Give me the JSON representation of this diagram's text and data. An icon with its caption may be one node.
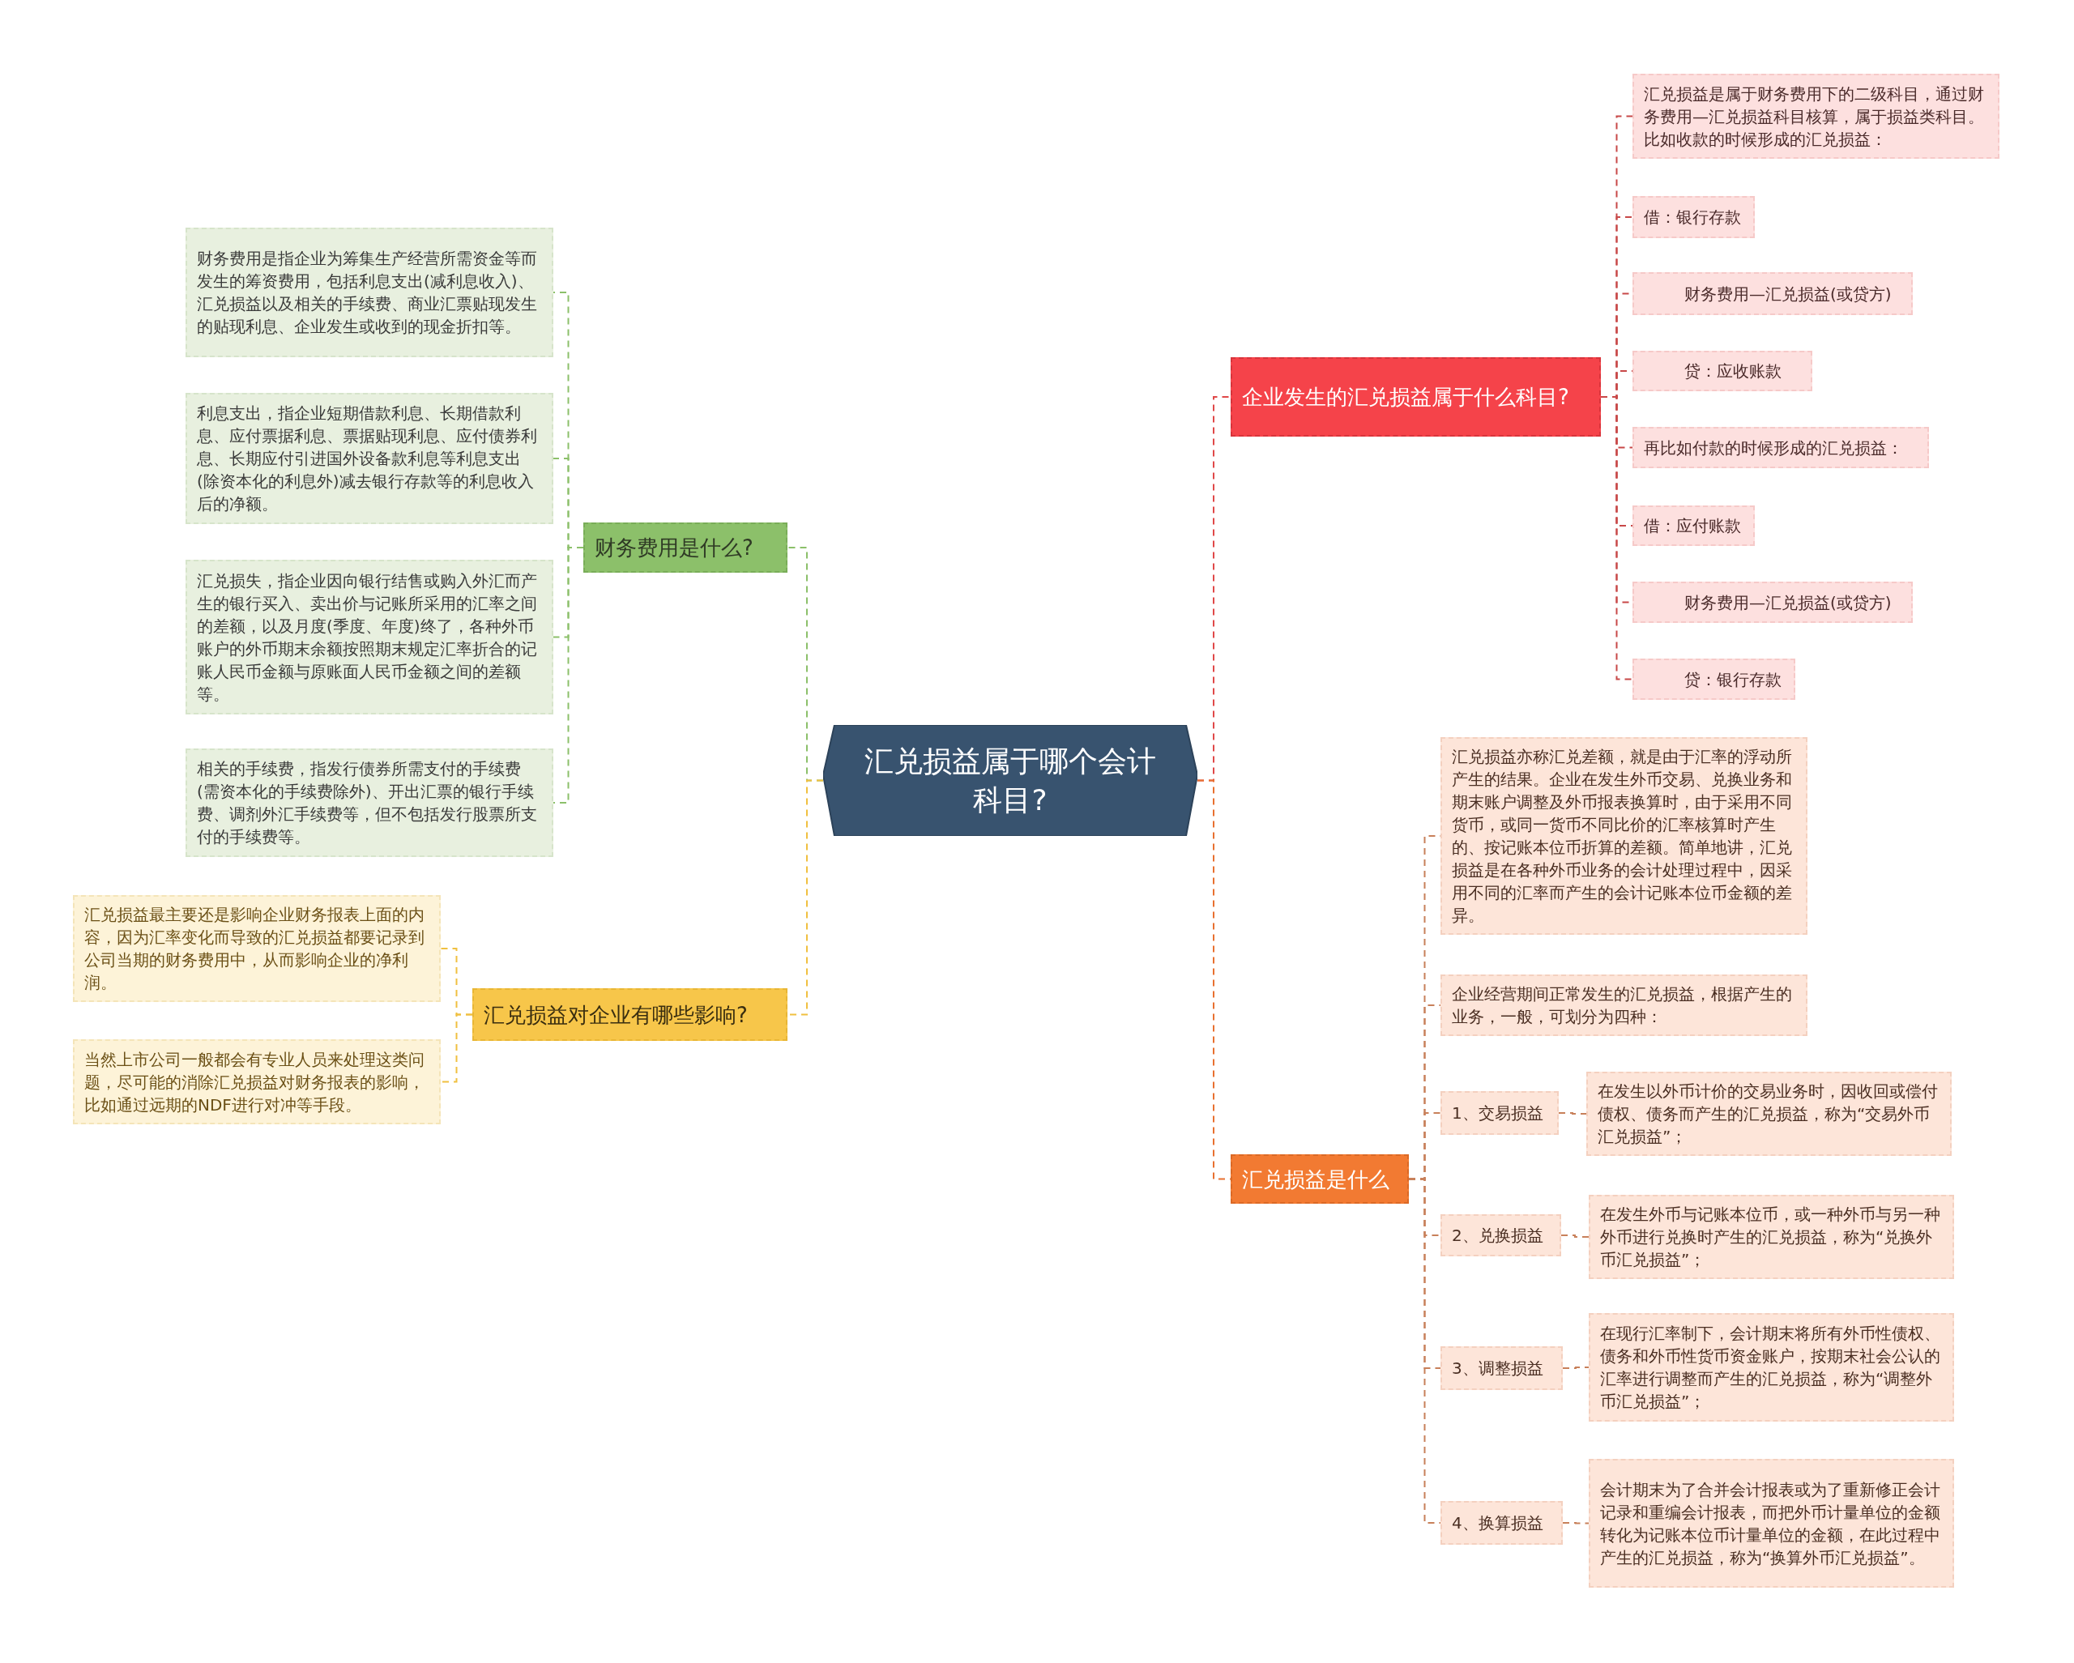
{
  "diagram": {
    "nodes": [
      {
        "text": [
          "汇兑损益属于哪个会计科目?"
        ]
      },
      {
        "text": [
          "财务费用是什么?"
        ]
      },
      {
        "text": [
          "财务费用是指企业为筹集生产经营所需资金等而发生的筹资费用，包括利息支出(减利息收入)、汇兑损益以及相关的手续费、商业汇票贴现发生的贴现利息、企业发生或收到的现金折扣等。"
        ]
      },
      {
        "text": [
          "利息支出，指企业短期借款利息、长期借款利息、应付票据利息、票据贴现利息、应付债券利息、长期应付引进国外设备款利息等利息支出(除资本化的利息外)减去银行存款等的利息收入后的净额。"
        ]
      },
      {
        "text": [
          "汇兑损失，指企业因向银行结售或购入外汇而产生的银行买入、卖出价与记账所采用的汇率之间的差额，以及月度(季度、年度)终了，各种外币账户的外币期末余额按照期末规定汇率折合的记账人民币金额与原账面人民币金额之间的差额等。"
        ]
      },
      {
        "text": [
          "相关的手续费，指发行债券所需支付的手续费(需资本化的手续费除外)、开出汇票的银行手续费、调剂外汇手续费等，但不包括发行股票所支付的手续费等。"
        ]
      },
      {
        "text": [
          "汇兑损益对企业有哪些影响?"
        ]
      },
      {
        "text": [
          "汇兑损益最主要还是影响企业财务报表上面的内容，因为汇率变化而导致的汇兑损益都要记录到公司当期的财务费用中，从而影响企业的净利润。"
        ]
      },
      {
        "text": [
          "当然上市公司一般都会有专业人员来处理这类问题，尽可能的消除汇兑损益对财务报表的影响，比如通过远期的NDF进行对冲等手段。"
        ]
      },
      {
        "text": [
          "企业发生的汇兑损益属于什么科目?"
        ]
      },
      {
        "text": [
          "汇兑损益是属于财务费用下的二级科目，通过财务费用—汇兑损益科目核算，属于损益类科目。比如收款的时候形成的汇兑损益："
        ]
      },
      {
        "text": [
          "借：银行存款"
        ]
      },
      {
        "text": [
          "财务费用—汇兑损益(或贷方)"
        ]
      },
      {
        "text": [
          "贷：应收账款"
        ]
      },
      {
        "text": [
          "再比如付款的时候形成的汇兑损益："
        ]
      },
      {
        "text": [
          "借：应付账款"
        ]
      },
      {
        "text": [
          "财务费用—汇兑损益(或贷方)"
        ]
      },
      {
        "text": [
          "贷：银行存款"
        ]
      },
      {
        "text": [
          "汇兑损益是什么"
        ]
      },
      {
        "text": [
          "汇兑损益亦称汇兑差额，就是由于汇率的浮动所产生的结果。企业在发生外币交易、兑换业务和期末账户调整及外币报表换算时，由于采用不同货币，或同一货币不同比价的汇率核算时产生的、按记账本位币折算的差额。简单地讲，汇兑损益是在各种外币业务的会计处理过程中，因采用不同的汇率而产生的会计记账本位币金额的差异。"
        ]
      },
      {
        "text": [
          "企业经营期间正常发生的汇兑损益，根据产生的业务，一般，可划分为四种："
        ]
      },
      {
        "text": [
          "1、交易损益"
        ]
      },
      {
        "text": [
          "在发生以外币计价的交易业务时，因收回或偿付债权、债务而产生的汇兑损益，称为“交易外币汇兑损益”；"
        ]
      },
      {
        "text": [
          "2、兑换损益"
        ]
      },
      {
        "text": [
          "在发生外币与记账本位币，或一种外币与另一种外币进行兑换时产生的汇兑损益，称为“兑换外币汇兑损益”；"
        ]
      },
      {
        "text": [
          "3、调整损益"
        ]
      },
      {
        "text": [
          "在现行汇率制下，会计期末将所有外币性债权、债务和外币性货币资金账户，按期末社会公认的汇率进行调整而产生的汇兑损益，称为“调整外币汇兑损益”；"
        ]
      },
      {
        "text": [
          "4、换算损益"
        ]
      },
      {
        "text": [
          "会计期末为了合并会计报表或为了重新修正会计记录和重编会计报表，而把外币计量单位的金额转化为记账本位币计量单位的金额，在此过程中产生的汇兑损益，称为“换算外币汇兑损益”。"
        ]
      }
    ],
    "edges": [
      {
        "from": 0,
        "to": 1,
        "arrow": "none",
        "style": "dashed",
        "color": "#8cc06a"
      },
      {
        "from": 1,
        "to": 2,
        "arrow": "none",
        "style": "dashed",
        "color": "#8cc06a"
      },
      {
        "from": 1,
        "to": 3,
        "arrow": "none",
        "style": "dashed",
        "color": "#8cc06a"
      },
      {
        "from": 1,
        "to": 4,
        "arrow": "none",
        "style": "dashed",
        "color": "#8cc06a"
      },
      {
        "from": 1,
        "to": 5,
        "arrow": "none",
        "style": "dashed",
        "color": "#8cc06a"
      },
      {
        "from": 0,
        "to": 6,
        "arrow": "none",
        "style": "dashed",
        "color": "#f0c040"
      },
      {
        "from": 6,
        "to": 7,
        "arrow": "none",
        "style": "dashed",
        "color": "#f0c040"
      },
      {
        "from": 6,
        "to": 8,
        "arrow": "none",
        "style": "dashed",
        "color": "#f0c040"
      },
      {
        "from": 0,
        "to": 9,
        "arrow": "none",
        "style": "dashed",
        "color": "#e04848"
      },
      {
        "from": 9,
        "to": 10,
        "arrow": "none",
        "style": "dashed",
        "color": "#c84848"
      },
      {
        "from": 9,
        "to": 11,
        "arrow": "none",
        "style": "dashed",
        "color": "#c84848"
      },
      {
        "from": 9,
        "to": 12,
        "arrow": "none",
        "style": "dashed",
        "color": "#c84848"
      },
      {
        "from": 9,
        "to": 13,
        "arrow": "none",
        "style": "dashed",
        "color": "#c84848"
      },
      {
        "from": 9,
        "to": 14,
        "arrow": "none",
        "style": "dashed",
        "color": "#c84848"
      },
      {
        "from": 9,
        "to": 15,
        "arrow": "none",
        "style": "dashed",
        "color": "#c84848"
      },
      {
        "from": 9,
        "to": 16,
        "arrow": "none",
        "style": "dashed",
        "color": "#c84848"
      },
      {
        "from": 9,
        "to": 17,
        "arrow": "none",
        "style": "dashed",
        "color": "#c84848"
      },
      {
        "from": 0,
        "to": 18,
        "arrow": "none",
        "style": "dashed",
        "color": "#e87030"
      },
      {
        "from": 18,
        "to": 19,
        "arrow": "none",
        "style": "dashed",
        "color": "#c8805a"
      },
      {
        "from": 18,
        "to": 20,
        "arrow": "none",
        "style": "dashed",
        "color": "#c8805a"
      },
      {
        "from": 18,
        "to": 21,
        "arrow": "none",
        "style": "dashed",
        "color": "#c8805a"
      },
      {
        "from": 18,
        "to": 23,
        "arrow": "none",
        "style": "dashed",
        "color": "#c8805a"
      },
      {
        "from": 18,
        "to": 25,
        "arrow": "none",
        "style": "dashed",
        "color": "#c8805a"
      },
      {
        "from": 18,
        "to": 27,
        "arrow": "none",
        "style": "dashed",
        "color": "#c8805a"
      },
      {
        "from": 21,
        "to": 22,
        "arrow": "none",
        "style": "dashed",
        "color": "#c8805a"
      },
      {
        "from": 23,
        "to": 24,
        "arrow": "none",
        "style": "dashed",
        "color": "#c8805a"
      },
      {
        "from": 25,
        "to": 26,
        "arrow": "none",
        "style": "dashed",
        "color": "#c8805a"
      },
      {
        "from": 27,
        "to": 28,
        "arrow": "none",
        "style": "dashed",
        "color": "#c8805a"
      }
    ]
  }
}
